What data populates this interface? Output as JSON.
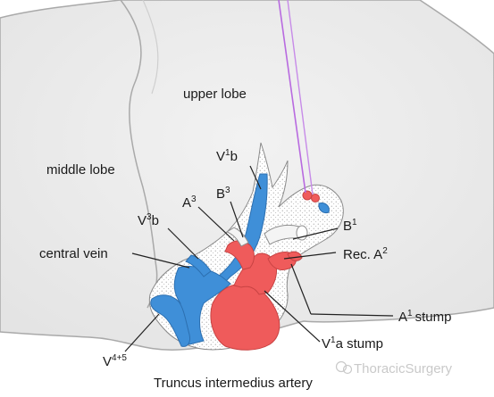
{
  "labels": {
    "upper_lobe": "upper lobe",
    "middle_lobe": "middle lobe",
    "central_vein": "central vein",
    "truncus": "Truncus intermedius artery",
    "a1_stump": "stump",
    "v1a_stump": "a stump",
    "rec_a2": "Rec. A",
    "b1": "B",
    "b3": "B",
    "a3": "A",
    "v3b_v": "V",
    "v3b_b": "b",
    "v1b_v": "V",
    "v1b_b": "b",
    "v45": "V",
    "a1_a": "A",
    "v1a_v": "V"
  },
  "superscripts": {
    "v1b": "1",
    "b3": "3",
    "a3": "3",
    "v3b": "3",
    "b1": "1",
    "rec_a2": "2",
    "a1": "1",
    "v1a": "1",
    "v45": "4+5"
  },
  "watermark": "ThoracicSurgery",
  "colors": {
    "artery": "#ef5b5b",
    "vein": "#3f8fd8",
    "bronchus": "#f1f1f1",
    "lung_edge": "#a9a9a9",
    "suture": "#b86ae0"
  }
}
